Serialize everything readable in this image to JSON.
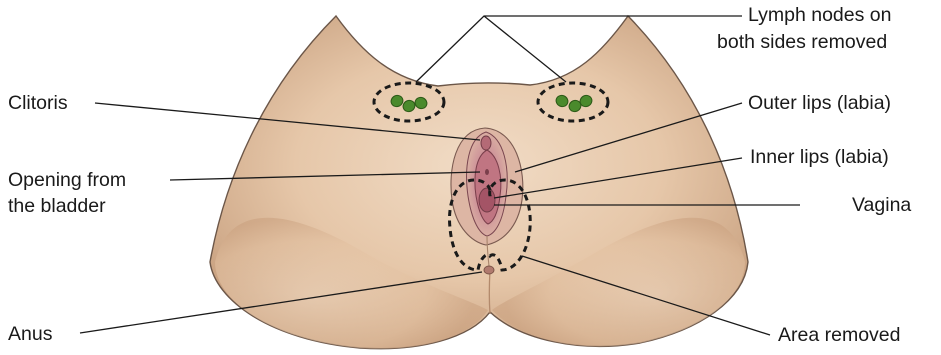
{
  "labels": {
    "lymph_nodes_line1": "Lymph nodes on",
    "lymph_nodes_line2": "both sides removed",
    "clitoris": "Clitoris",
    "outer_lips": "Outer lips (labia)",
    "opening_line1": "Opening from",
    "opening_line2": "the bladder",
    "inner_lips": "Inner lips (labia)",
    "vagina": "Vagina",
    "anus": "Anus",
    "area_removed": "Area removed"
  },
  "colors": {
    "skin_light": "#f1dcc6",
    "skin_mid": "#dfbe9f",
    "skin_shadow": "#c49a78",
    "vulva_outer": "#d7a99a",
    "vulva_inner": "#c27f86",
    "vulva_deep": "#8f4a57",
    "lymph_node": "#4a8a2c",
    "outline": "#1a1a1a"
  }
}
